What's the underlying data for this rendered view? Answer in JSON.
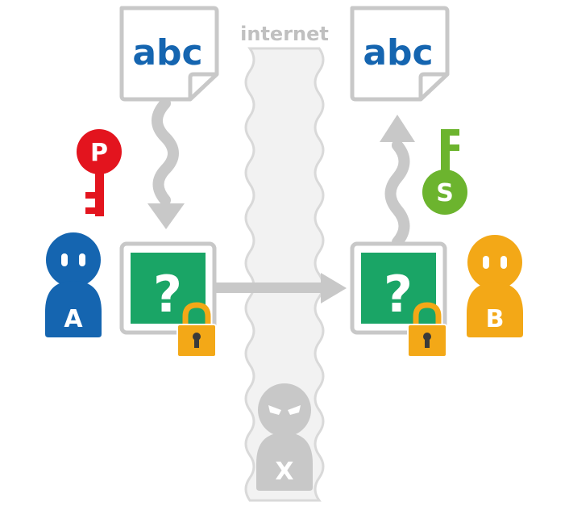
{
  "internet_label": "internet",
  "sender_document_text": "abc",
  "receiver_document_text": "abc",
  "sender_encrypted_symbol": "?",
  "receiver_encrypted_symbol": "?",
  "public_key_letter": "P",
  "secret_key_letter": "S",
  "person_a_label": "A",
  "person_b_label": "B",
  "eavesdropper_label": "X",
  "colors": {
    "gray": "#c8c8c8",
    "internet_fill": "#f2f2f2",
    "document_text": "#1565b0",
    "encrypted_box": "#1aa566",
    "public_key": "#e3141e",
    "secret_key": "#6cb42e",
    "person_a": "#1565b0",
    "person_b": "#f3a817",
    "lock": "#f3a817"
  }
}
